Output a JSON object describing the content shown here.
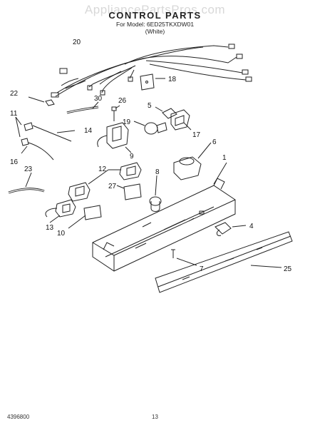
{
  "watermark": "AppliancePartsPros.com",
  "title": "CONTROL PARTS",
  "model_line": "For Model: 6ED25TKXDW01",
  "color_line": "(White)",
  "doc_code": "4396800",
  "page_number": "13",
  "callouts": [
    "1",
    "4",
    "5",
    "6",
    "7",
    "8",
    "9",
    "10",
    "11",
    "12",
    "13",
    "14",
    "16",
    "17",
    "18",
    "19",
    "20",
    "22",
    "23",
    "25",
    "26",
    "27",
    "30"
  ]
}
